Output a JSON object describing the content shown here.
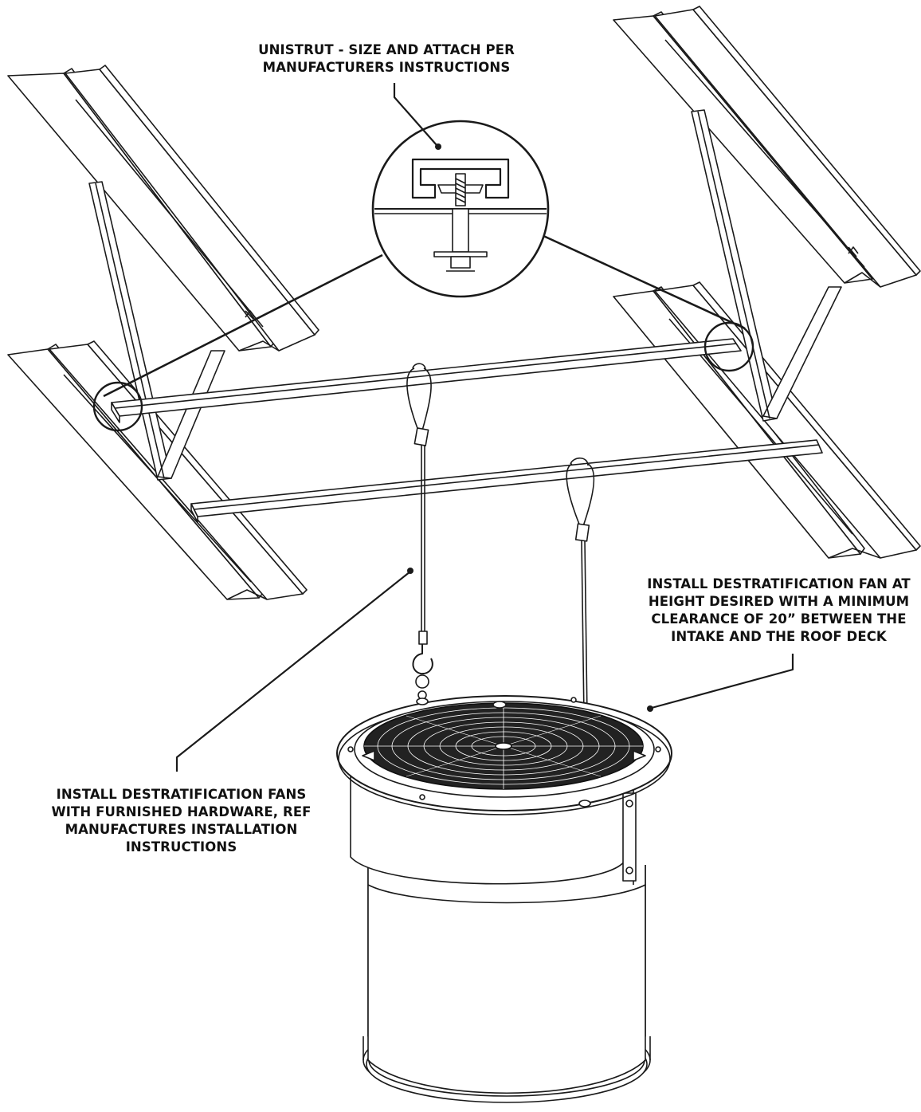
{
  "callouts": {
    "unistrut": {
      "lines": [
        "UNISTRUT - SIZE AND ATTACH PER",
        "MANUFACTURERS INSTRUCTIONS"
      ]
    },
    "install_height": {
      "lines": [
        "INSTALL DESTRATIFICATION FAN AT",
        "HEIGHT DESIRED WITH A MINIMUM",
        "CLEARANCE OF 20” BETWEEN THE",
        "INTAKE AND THE ROOF DECK"
      ]
    },
    "install_hardware": {
      "lines": [
        "INSTALL DESTRATIFICATION FANS",
        "WITH FURNISHED HARDWARE, REF",
        "MANUFACTURES INSTALLATION",
        "INSTRUCTIONS"
      ]
    }
  },
  "colors": {
    "line": "#1a1a1a",
    "fill": "#ffffff",
    "fan_guard": "#222222"
  }
}
